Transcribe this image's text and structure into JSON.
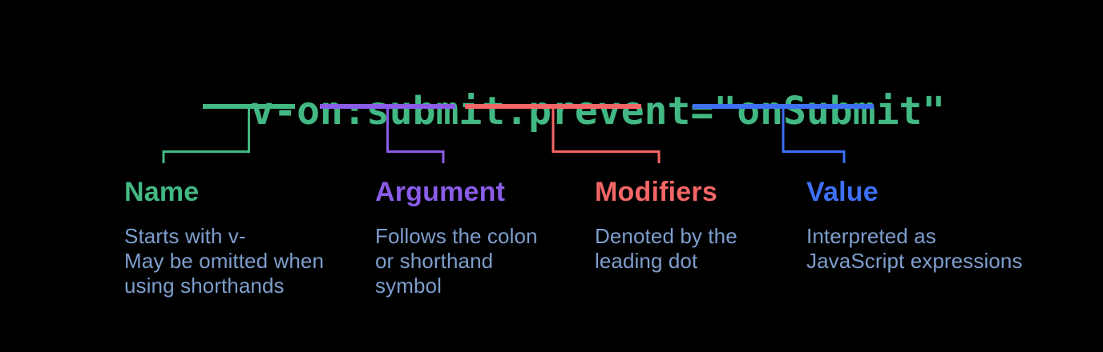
{
  "background_color": "#000000",
  "code": {
    "full": "v-on:submit.prevent=\"onSubmit\"",
    "color": "#42b883",
    "segments": [
      {
        "text": "v-on"
      },
      {
        "text": ":"
      },
      {
        "text": "submit"
      },
      {
        "text": ".prevent"
      },
      {
        "text": "=\""
      },
      {
        "text": "onSubmit"
      },
      {
        "text": "\""
      }
    ]
  },
  "description_color": "#7d9ecd",
  "sections": [
    {
      "label": "Name",
      "color": "#42b883",
      "code_part": "v-on",
      "description": "Starts with v-\nMay be omitted when\nusing shorthands"
    },
    {
      "label": "Argument",
      "color": "#8a5ce8",
      "code_part": "submit",
      "description": "Follows the colon\nor shorthand\nsymbol"
    },
    {
      "label": "Modifiers",
      "color": "#f56666",
      "code_part": ".prevent",
      "description": "Denoted by the\nleading dot"
    },
    {
      "label": "Value",
      "color": "#3e6ff5",
      "code_part": "onSubmit",
      "description": "Interpreted as\nJavaScript expressions"
    }
  ]
}
